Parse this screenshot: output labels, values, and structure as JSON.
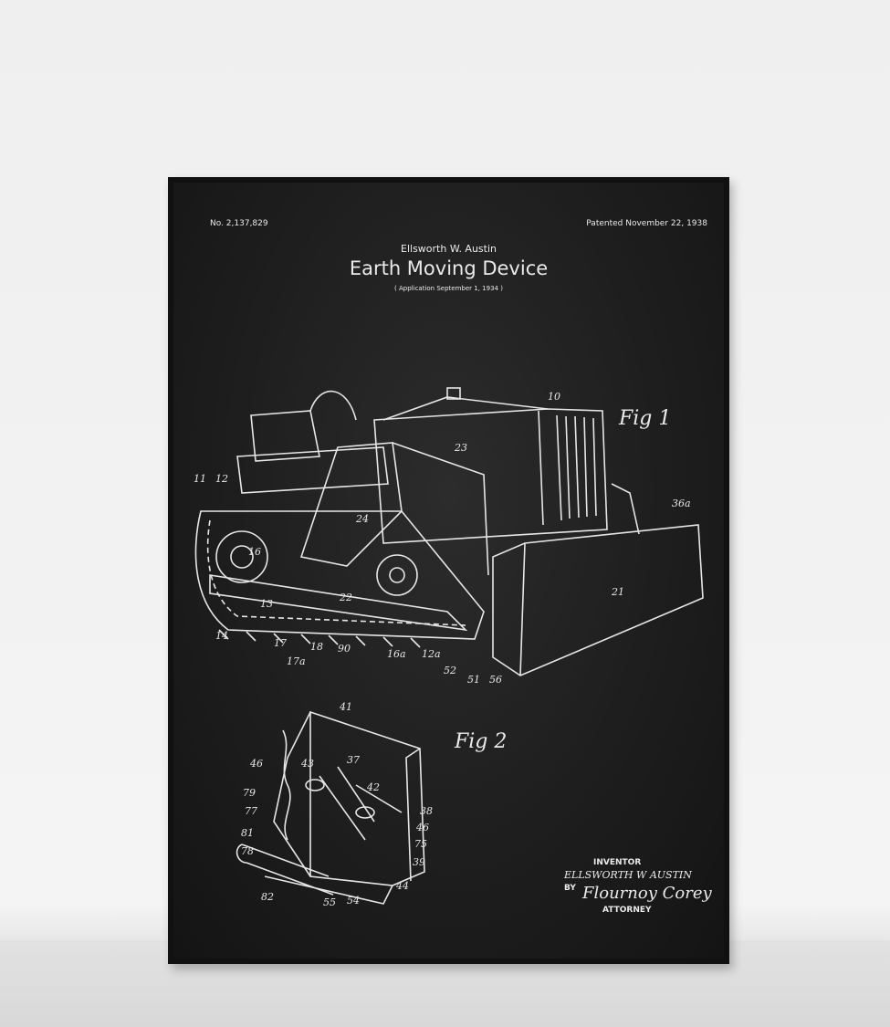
{
  "poster": {
    "patent_number": "No. 2,137,829",
    "patent_date": "Patented November 22, 1938",
    "inventor_name": "Ellsworth W. Austin",
    "title": "Earth Moving Device",
    "application": "( Application September 1, 1934 )",
    "fig1_label": "Fig 1",
    "fig2_label": "Fig 2",
    "signature": {
      "inventor_label": "INVENTOR",
      "inventor_name": "ELLSWORTH W AUSTIN",
      "by_label": "BY",
      "attorney_signature": "Flournoy Corey",
      "attorney_label": "ATTORNEY"
    },
    "fig1_refs": [
      "10",
      "11",
      "12",
      "23",
      "24",
      "16",
      "22",
      "21",
      "36a",
      "13",
      "14",
      "17",
      "18",
      "90",
      "17a",
      "16a",
      "12a",
      "52",
      "51",
      "56"
    ],
    "fig2_refs": [
      "41",
      "46",
      "43",
      "37",
      "42",
      "79",
      "77",
      "81",
      "78",
      "38",
      "46",
      "75",
      "39",
      "82",
      "55",
      "54",
      "44"
    ]
  },
  "colors": {
    "wall": "#f0f0f0",
    "frame": "#111111",
    "chalkboard": "#1e1e1e",
    "chalk": "#eaeaea"
  }
}
